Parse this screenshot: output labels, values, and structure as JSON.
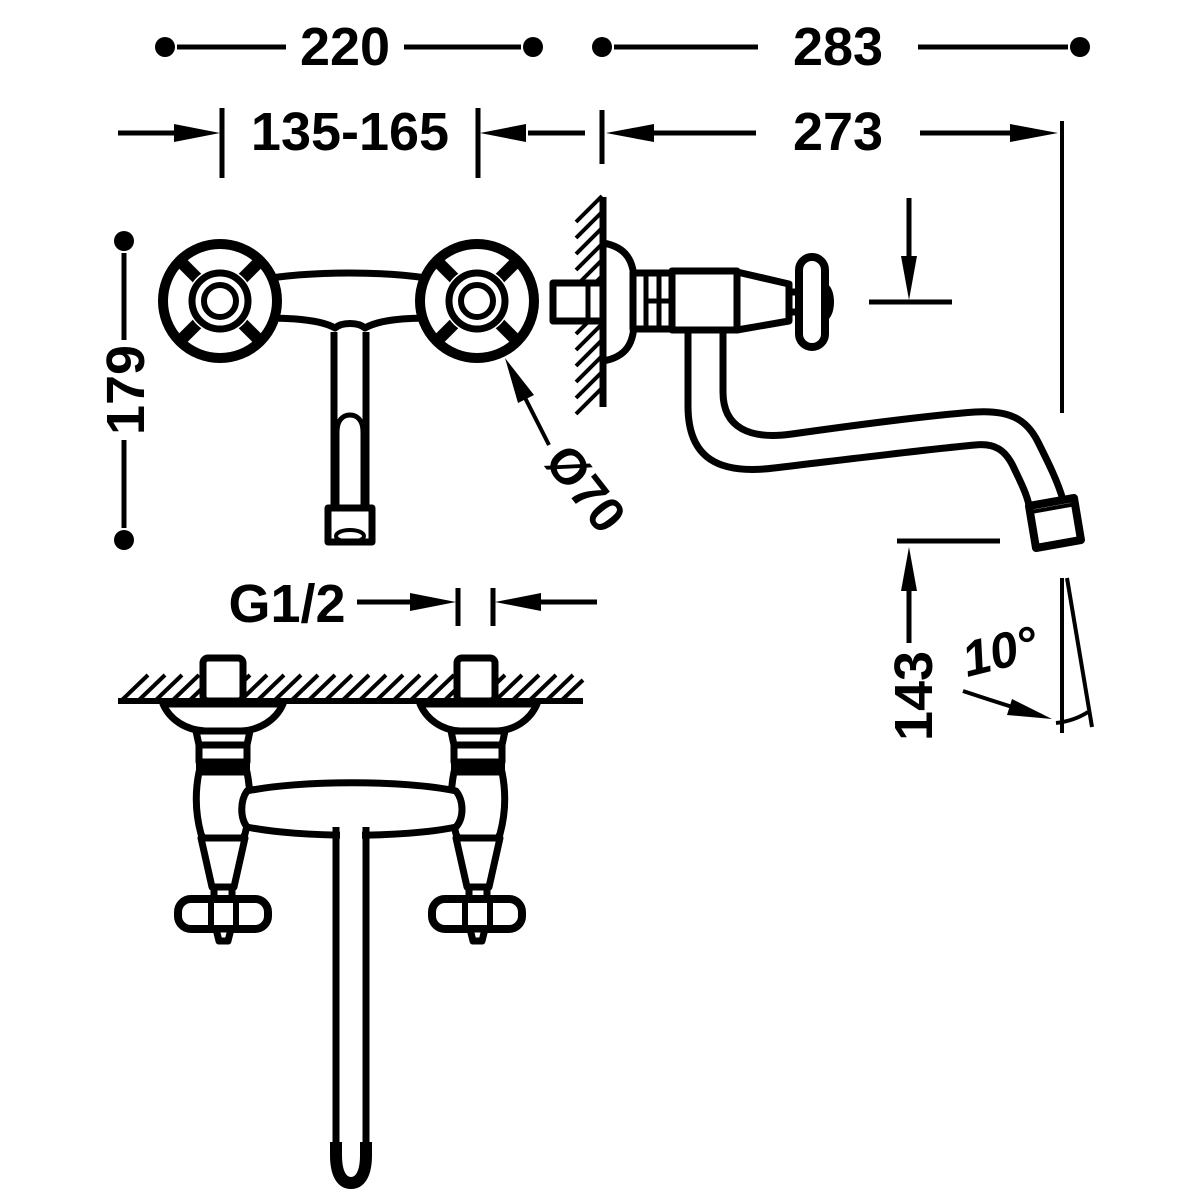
{
  "colors": {
    "line": "#000000",
    "background": "#ffffff"
  },
  "front_view": {
    "overall_width": "220",
    "handle_spacing": "135-165",
    "height": "179",
    "handle_diameter": "Ø70"
  },
  "side_view": {
    "overall_depth": "283",
    "wall_to_spout_end": "273",
    "outlet_drop": "143",
    "outlet_angle": "10°"
  },
  "bottom_view": {
    "thread_size": "G1/2"
  }
}
